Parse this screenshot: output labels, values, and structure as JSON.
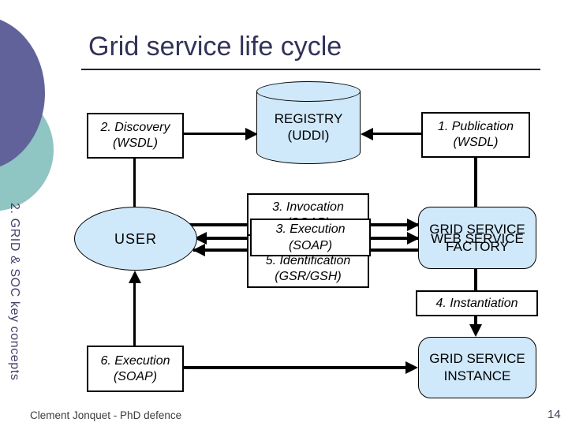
{
  "slide": {
    "title": "Grid service life cycle",
    "sidebar_label": "2. GRID & SOC key concepts",
    "footer": "Clement Jonquet - PhD defence",
    "page_number": "14"
  },
  "colors": {
    "shape_fill_blue": "#CFE8FA",
    "title_text": "#32325A",
    "sidebar_text": "#42426A",
    "circle_purple": "#62629B",
    "circle_teal": "#8FC5C2"
  },
  "nodes": {
    "discovery": {
      "line1": "2. Discovery",
      "line2": "(WSDL)"
    },
    "registry": {
      "line1": "REGISTRY",
      "line2": "(UDDI)"
    },
    "publication": {
      "line1": "1. Publication",
      "line2": "(WSDL)"
    },
    "invocation": {
      "line1": "3. Invocation",
      "line2": "(SOAP)"
    },
    "execution3": {
      "line1": "3. Execution",
      "line2": "(SOAP)"
    },
    "identification": {
      "line1": "5. Identification",
      "line2": "(GSR/GSH)"
    },
    "user": {
      "label": "USER"
    },
    "factory": {
      "line1": "GRID SERVICE",
      "line2": "FACTORY"
    },
    "web_service": {
      "label": "WEB SERVICE"
    },
    "instantiation": {
      "label": "4. Instantiation"
    },
    "execution6": {
      "line1": "6. Execution",
      "line2": "(SOAP)"
    },
    "instance": {
      "line1": "GRID SERVICE",
      "line2": "INSTANCE"
    }
  }
}
